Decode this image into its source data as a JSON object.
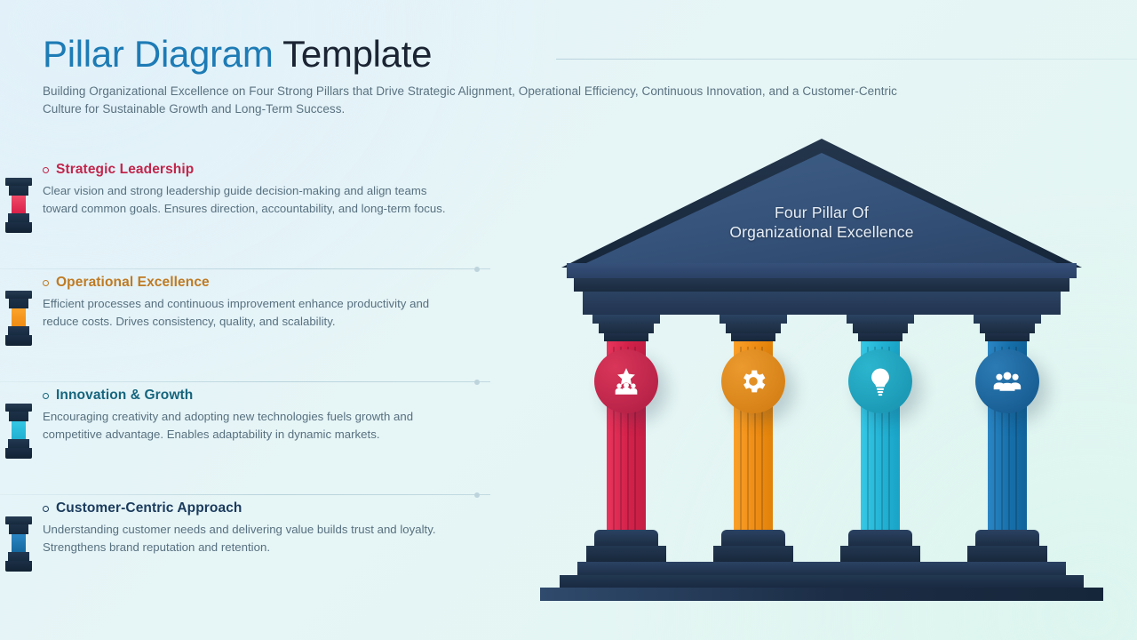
{
  "header": {
    "title_accent": "Pillar Diagram",
    "title_rest": " Template",
    "subtitle": "Building Organizational Excellence on Four Strong Pillars that Drive Strategic Alignment, Operational Efficiency, Continuous Innovation, and a Customer-Centric Culture for Sustainable Growth and Long-Term Success."
  },
  "temple": {
    "pediment_line1": "Four Pillar Of",
    "pediment_line2": "Organizational Excellence"
  },
  "colors": {
    "accent_title": "#1d7bb5",
    "title_dark": "#1a2433",
    "pillar_red": "#d92f53",
    "pillar_orange": "#f2921d",
    "pillar_cyan": "#29b8d8",
    "pillar_blue": "#1b72b0",
    "stone_dark": "#16293d",
    "stone_mid": "#35527a"
  },
  "items": [
    {
      "title": "Strategic Leadership",
      "desc": "Clear vision and strong leadership guide decision-making and align teams toward common goals. Ensures direction, accountability, and long-term focus.",
      "color": "#c2254b",
      "pillar_color": "#e8355c",
      "icon": "star-people-icon"
    },
    {
      "title": "Operational Excellence",
      "desc": "Efficient processes and continuous improvement enhance productivity and reduce costs. Drives consistency, quality, and scalability.",
      "color": "#bf7a22",
      "pillar_color": "#f2921d",
      "icon": "gear-icon"
    },
    {
      "title": "Innovation & Growth",
      "desc": "Encouraging creativity and adopting new technologies fuels growth and competitive advantage. Enables adaptability in dynamic markets.",
      "color": "#16657d",
      "pillar_color": "#29b8d8",
      "icon": "lightbulb-icon"
    },
    {
      "title": "Customer-Centric Approach",
      "desc": "Understanding customer needs and delivering value builds trust and loyalty. Strengthens brand reputation and retention.",
      "color": "#1a3a5c",
      "pillar_color": "#1b72b0",
      "icon": "people-group-icon"
    }
  ]
}
